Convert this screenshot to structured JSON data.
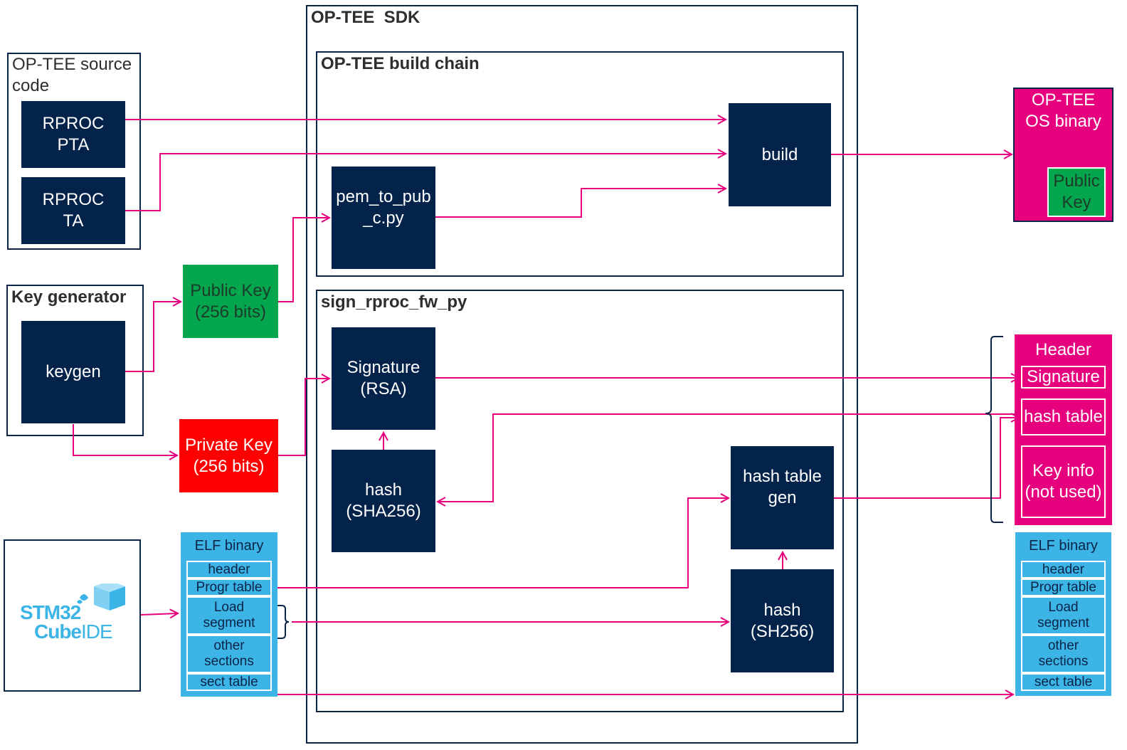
{
  "sdk": {
    "title": "OP-TEE  SDK"
  },
  "build_chain": {
    "title": "OP-TEE build chain",
    "pem_to_pub": "pem_to_pub\n_c.py",
    "build": "build"
  },
  "sign": {
    "title": "sign_rproc_fw_py",
    "signature": "Signature\n(RSA)",
    "hash": "hash\n(SHA256)",
    "hash_table_gen": "hash table\ngen",
    "hash2": "hash\n(SH256)"
  },
  "source": {
    "title": "OP-TEE source\ncode",
    "rproc_pta": "RPROC\nPTA",
    "rproc_ta": "RPROC\nTA"
  },
  "keygen": {
    "title": "Key generator",
    "keygen": "keygen",
    "public_key": "Public Key\n(256 bits)",
    "private_key": "Private Key\n(256 bits)"
  },
  "ide": {
    "line1": "STM32",
    "line2a": "Cube",
    "line2b": "IDE"
  },
  "elf_in": {
    "title": "ELF binary",
    "rows": [
      "header",
      "Progr table",
      "Load\nsegment",
      "other\nsections",
      "sect table"
    ]
  },
  "elf_out": {
    "title": "ELF binary",
    "rows": [
      "header",
      "Progr table",
      "Load\nsegment",
      "other\nsections",
      "sect table"
    ]
  },
  "os_binary": {
    "title": "OP-TEE\nOS binary",
    "public_key": "Public\nKey"
  },
  "header_out": {
    "title": "Header",
    "signature": "Signature",
    "hash_table": "hash table",
    "key_info": "Key info\n(not used)"
  },
  "colors": {
    "navy": "#03234b",
    "arrow": "#e6007e",
    "pink": "#e6007e",
    "green": "#03a64c",
    "red": "#ff0000",
    "cyan": "#3cb4e6"
  }
}
